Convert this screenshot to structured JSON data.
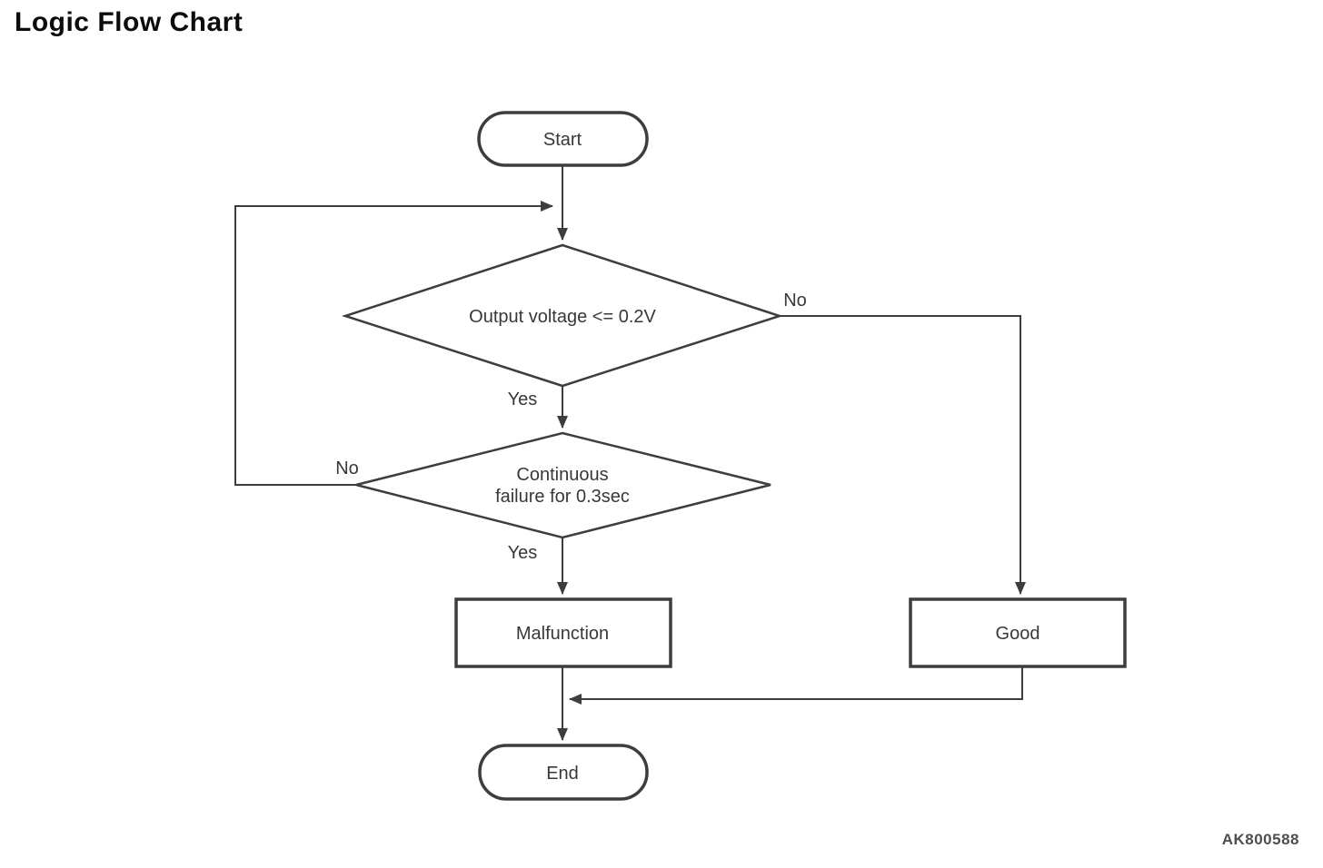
{
  "page": {
    "title": "Logic Flow Chart",
    "watermark": "AK800588"
  },
  "diagram": {
    "type": "flowchart",
    "nodes": [
      {
        "id": "start",
        "shape": "terminator",
        "label": "Start"
      },
      {
        "id": "decision-output-voltage",
        "shape": "decision",
        "label": "Output voltage <= 0.2V"
      },
      {
        "id": "decision-continuous-failure",
        "shape": "decision",
        "label": "Continuous failure for 0.3sec",
        "label_lines": [
          "Continuous",
          "failure for 0.3sec"
        ]
      },
      {
        "id": "malfunction",
        "shape": "process",
        "label": "Malfunction"
      },
      {
        "id": "good",
        "shape": "process",
        "label": "Good"
      },
      {
        "id": "end",
        "shape": "terminator",
        "label": "End"
      }
    ],
    "edges": [
      {
        "from": "start",
        "to": "decision-output-voltage",
        "label": ""
      },
      {
        "from": "decision-output-voltage",
        "to": "good",
        "label": "No"
      },
      {
        "from": "decision-output-voltage",
        "to": "decision-continuous-failure",
        "label": "Yes"
      },
      {
        "from": "decision-continuous-failure",
        "to": "decision-output-voltage",
        "label": "No"
      },
      {
        "from": "decision-continuous-failure",
        "to": "malfunction",
        "label": "Yes"
      },
      {
        "from": "malfunction",
        "to": "end",
        "label": ""
      },
      {
        "from": "good",
        "to": "malfunction-end-line",
        "label": ""
      }
    ]
  },
  "colors": {
    "line": "#3d3d3d",
    "text": "#383838",
    "background": "#ffffff"
  }
}
